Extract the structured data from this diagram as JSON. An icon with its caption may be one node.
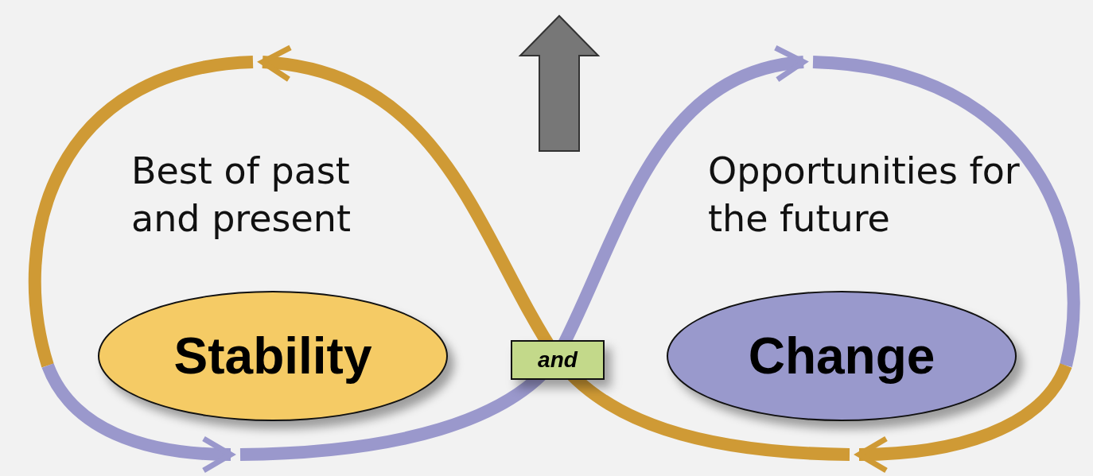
{
  "diagram": {
    "nodes": [
      {
        "text": [
          "Stability"
        ]
      },
      {
        "text": [
          "and"
        ]
      },
      {
        "text": [
          "Change"
        ]
      }
    ],
    "labels": [
      "Best of past and present",
      "Opportunities for the future"
    ]
  }
}
